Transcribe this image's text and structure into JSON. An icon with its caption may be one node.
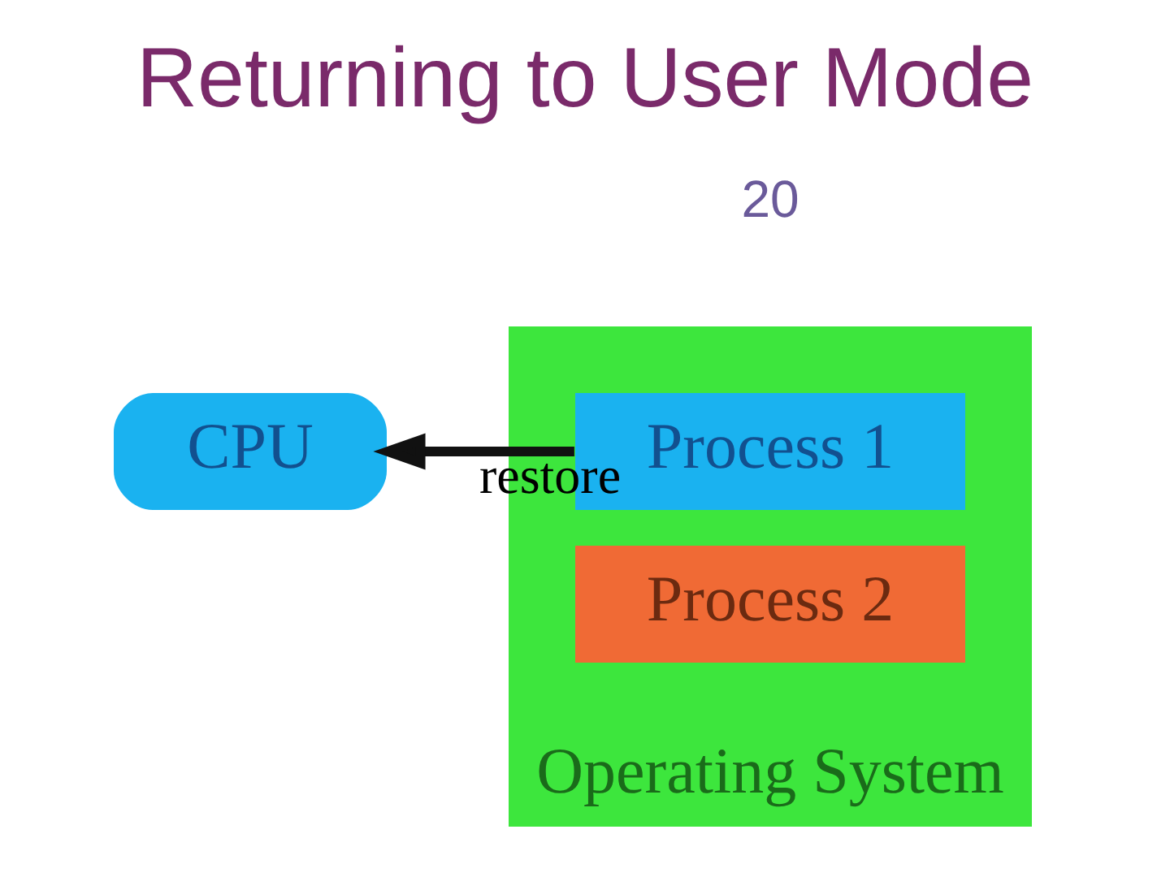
{
  "diagram": {
    "title": "Returning to User Mode",
    "nodes": [
      {
        "text": [
          "Operating System"
        ]
      },
      {
        "text": [
          "Process 1"
        ],
        "in": 0
      },
      {
        "text": [
          "Process 2"
        ],
        "in": 0
      },
      {
        "text": [
          "CPU"
        ]
      }
    ],
    "edges": [
      {
        "from": 1,
        "to": 3,
        "arrow": "to",
        "label": "restore"
      }
    ],
    "labels": [
      "20"
    ]
  }
}
